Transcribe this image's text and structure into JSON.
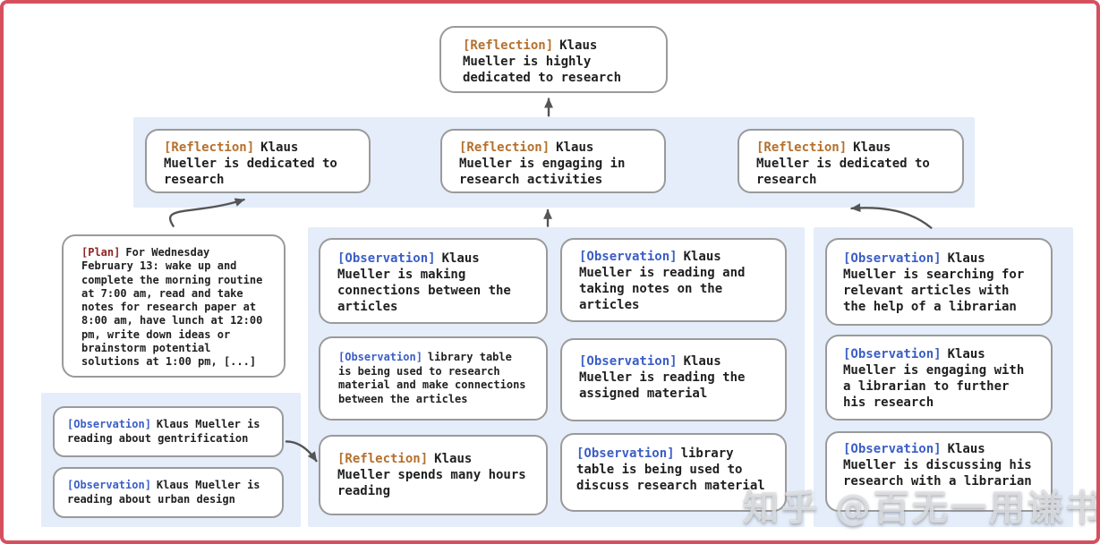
{
  "colors": {
    "frame_border": "#d5505f",
    "band_background": "#e4edf9",
    "box_border": "#9a9a9a",
    "reflection_tag": "#b5702d",
    "observation_tag": "#3b5ec6",
    "plan_tag": "#8e2622",
    "body_text": "#1f1f1f",
    "arrow": "#555555"
  },
  "nodes": {
    "root": {
      "tag": "[Reflection]",
      "text": "Klaus Mueller is highly dedicated to research"
    },
    "level2": [
      {
        "tag": "[Reflection]",
        "text": "Klaus Mueller is dedicated to research"
      },
      {
        "tag": "[Reflection]",
        "text": "Klaus Mueller is engaging in research activities"
      },
      {
        "tag": "[Reflection]",
        "text": "Klaus Mueller is dedicated to research"
      }
    ],
    "plan": {
      "tag": "[Plan]",
      "text": "For Wednesday February 13: wake up and complete the morning routine at 7:00 am, read and take notes for research paper at 8:00 am, have lunch at 12:00 pm, write down ideas or brainstorm potential solutions at 1:00 pm, [...]"
    },
    "left_observations": [
      {
        "tag": "[Observation]",
        "text": "Klaus Mueller is reading about gentrification"
      },
      {
        "tag": "[Observation]",
        "text": "Klaus Mueller is reading about urban design"
      }
    ],
    "mid_col1": [
      {
        "tag": "[Observation]",
        "text": "Klaus Mueller is making connections between the articles"
      },
      {
        "tag": "[Observation]",
        "text": "library table is being used to research material and make connections between the articles"
      },
      {
        "tag": "[Reflection]",
        "text": "Klaus Mueller spends many hours reading"
      }
    ],
    "mid_col2": [
      {
        "tag": "[Observation]",
        "text": "Klaus Mueller is reading and taking notes on the articles"
      },
      {
        "tag": "[Observation]",
        "text": "Klaus Mueller is reading the assigned material"
      },
      {
        "tag": "[Observation]",
        "text": "library table is being used to discuss research material"
      }
    ],
    "right_col": [
      {
        "tag": "[Observation]",
        "text": "Klaus Mueller is searching for relevant articles with the help of a librarian"
      },
      {
        "tag": "[Observation]",
        "text": "Klaus Mueller is engaging with a librarian to further his research"
      },
      {
        "tag": "[Observation]",
        "text": "Klaus Mueller is discussing his research with a librarian"
      }
    ]
  },
  "watermark": {
    "text": "知乎 @百无一用谦书生"
  }
}
